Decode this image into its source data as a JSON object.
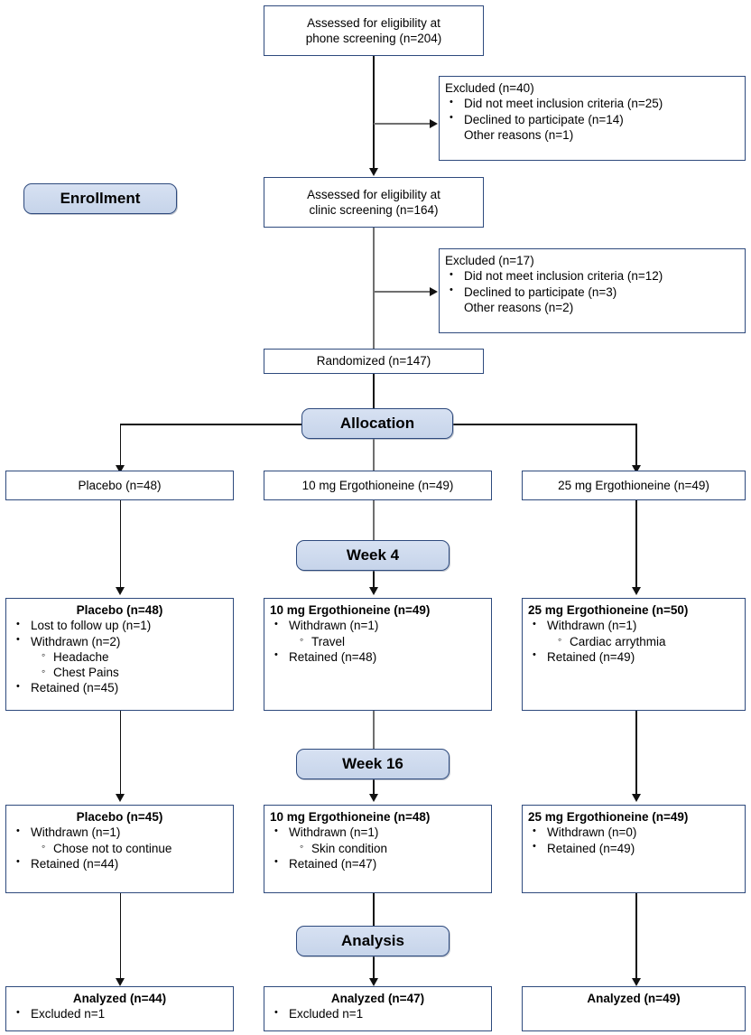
{
  "diagram": {
    "type": "consort-flow-diagram",
    "phases": [
      {
        "id": "enrollment",
        "label": "Enrollment"
      },
      {
        "id": "allocation",
        "label": "Allocation"
      },
      {
        "id": "week4",
        "label": "Week 4"
      },
      {
        "id": "week16",
        "label": "Week 16"
      },
      {
        "id": "analysis",
        "label": "Analysis"
      }
    ],
    "screening": {
      "phone": {
        "line1": "Assessed for eligibility at",
        "line2": "phone screening (n=204)"
      },
      "clinic": {
        "line1": "Assessed for eligibility at",
        "line2": "clinic screening (n=164)"
      },
      "randomized": "Randomized (n=147)"
    },
    "excluded_phone": {
      "title": "Excluded (n=40)",
      "items": [
        {
          "text": "Did not meet inclusion criteria (n=25)",
          "bullet": true
        },
        {
          "text": "Declined to participate (n=14)",
          "bullet": true
        },
        {
          "text": "Other reasons (n=1)",
          "bullet": false
        }
      ]
    },
    "excluded_clinic": {
      "title": "Excluded (n=17)",
      "items": [
        {
          "text": "Did not meet inclusion criteria (n=12)",
          "bullet": true
        },
        {
          "text": "Declined to participate (n=3)",
          "bullet": true
        },
        {
          "text": "Other reasons (n=2)",
          "bullet": false
        }
      ]
    },
    "allocation_row": [
      {
        "label": "Placebo (n=48)"
      },
      {
        "label": "10 mg Ergothioneine (n=49)"
      },
      {
        "label": "25 mg Ergothioneine (n=49)"
      }
    ],
    "week4_row": [
      {
        "title": "Placebo (n=48)",
        "title_align": "center",
        "items": [
          {
            "text": "Lost to follow up (n=1)",
            "level": 1
          },
          {
            "text": "Withdrawn (n=2)",
            "level": 1
          },
          {
            "text": "Headache",
            "level": 2
          },
          {
            "text": "Chest Pains",
            "level": 2
          },
          {
            "text": "Retained (n=45)",
            "level": 1
          }
        ]
      },
      {
        "title": "10 mg Ergothioneine (n=49)",
        "title_align": "left",
        "items": [
          {
            "text": "Withdrawn (n=1)",
            "level": 1
          },
          {
            "text": "Travel",
            "level": 2
          },
          {
            "text": "Retained (n=48)",
            "level": 1
          }
        ]
      },
      {
        "title": "25 mg Ergothioneine (n=50)",
        "title_align": "left",
        "items": [
          {
            "text": "Withdrawn (n=1)",
            "level": 1
          },
          {
            "text": "Cardiac arrythmia",
            "level": 2
          },
          {
            "text": "Retained (n=49)",
            "level": 1
          }
        ]
      }
    ],
    "week16_row": [
      {
        "title": "Placebo (n=45)",
        "title_align": "center",
        "items": [
          {
            "text": "Withdrawn (n=1)",
            "level": 1
          },
          {
            "text": "Chose not to continue",
            "level": 2
          },
          {
            "text": "Retained (n=44)",
            "level": 1
          }
        ]
      },
      {
        "title": "10 mg Ergothioneine (n=48)",
        "title_align": "left",
        "items": [
          {
            "text": "Withdrawn (n=1)",
            "level": 1
          },
          {
            "text": "Skin condition",
            "level": 2
          },
          {
            "text": "Retained (n=47)",
            "level": 1
          }
        ]
      },
      {
        "title": "25 mg Ergothioneine (n=49)",
        "title_align": "left",
        "items": [
          {
            "text": "Withdrawn (n=0)",
            "level": 1
          },
          {
            "text": "Retained (n=49)",
            "level": 1
          }
        ]
      }
    ],
    "analysis_row": [
      {
        "title": "Analyzed (n=44)",
        "title_align": "center",
        "items": [
          {
            "text": "Excluded n=1",
            "level": 1
          }
        ]
      },
      {
        "title": "Analyzed (n=47)",
        "title_align": "center",
        "items": [
          {
            "text": "Excluded n=1",
            "level": 1
          }
        ]
      },
      {
        "title": "Analyzed (n=49)",
        "title_align": "center",
        "items": []
      }
    ],
    "colors": {
      "box_border": "#2e4a7d",
      "badge_fill": "#ccd9ee",
      "badge_border": "#2e4a7d",
      "connector": "#111111",
      "connector_grey": "#6f6f6f"
    }
  }
}
